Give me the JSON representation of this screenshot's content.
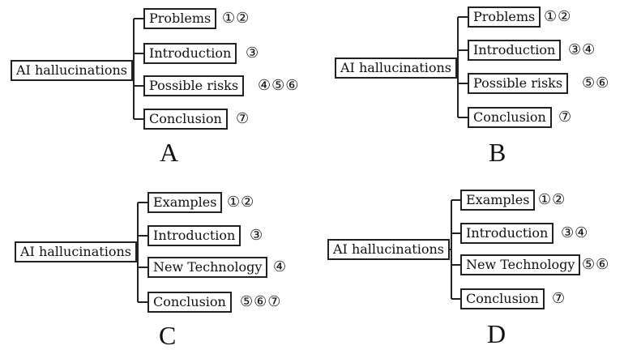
{
  "diagrams": [
    {
      "letter": "A",
      "root": "AI hallucinations",
      "branches": [
        {
          "label": "Problems",
          "numbers": "①②"
        },
        {
          "label": "Introduction",
          "numbers": "③"
        },
        {
          "label": "Possible risks",
          "numbers": "④⑤⑥"
        },
        {
          "label": "Conclusion",
          "numbers": "⑦"
        }
      ]
    },
    {
      "letter": "B",
      "root": "AI hallucinations",
      "branches": [
        {
          "label": "Problems",
          "numbers": "①②"
        },
        {
          "label": "Introduction",
          "numbers": "③④"
        },
        {
          "label": "Possible risks",
          "numbers": "⑤⑥"
        },
        {
          "label": "Conclusion",
          "numbers": "⑦"
        }
      ]
    },
    {
      "letter": "C",
      "root": "AI hallucinations",
      "branches": [
        {
          "label": "Examples",
          "numbers": "①②"
        },
        {
          "label": "Introduction",
          "numbers": "③"
        },
        {
          "label": "New Technology",
          "numbers": "④"
        },
        {
          "label": "Conclusion",
          "numbers": "⑤⑥⑦"
        }
      ]
    },
    {
      "letter": "D",
      "root": "AI hallucinations",
      "branches": [
        {
          "label": "Examples",
          "numbers": "①②"
        },
        {
          "label": "Introduction",
          "numbers": "③④"
        },
        {
          "label": "New Technology",
          "numbers": "⑤⑥"
        },
        {
          "label": "Conclusion",
          "numbers": "⑦"
        }
      ]
    }
  ]
}
